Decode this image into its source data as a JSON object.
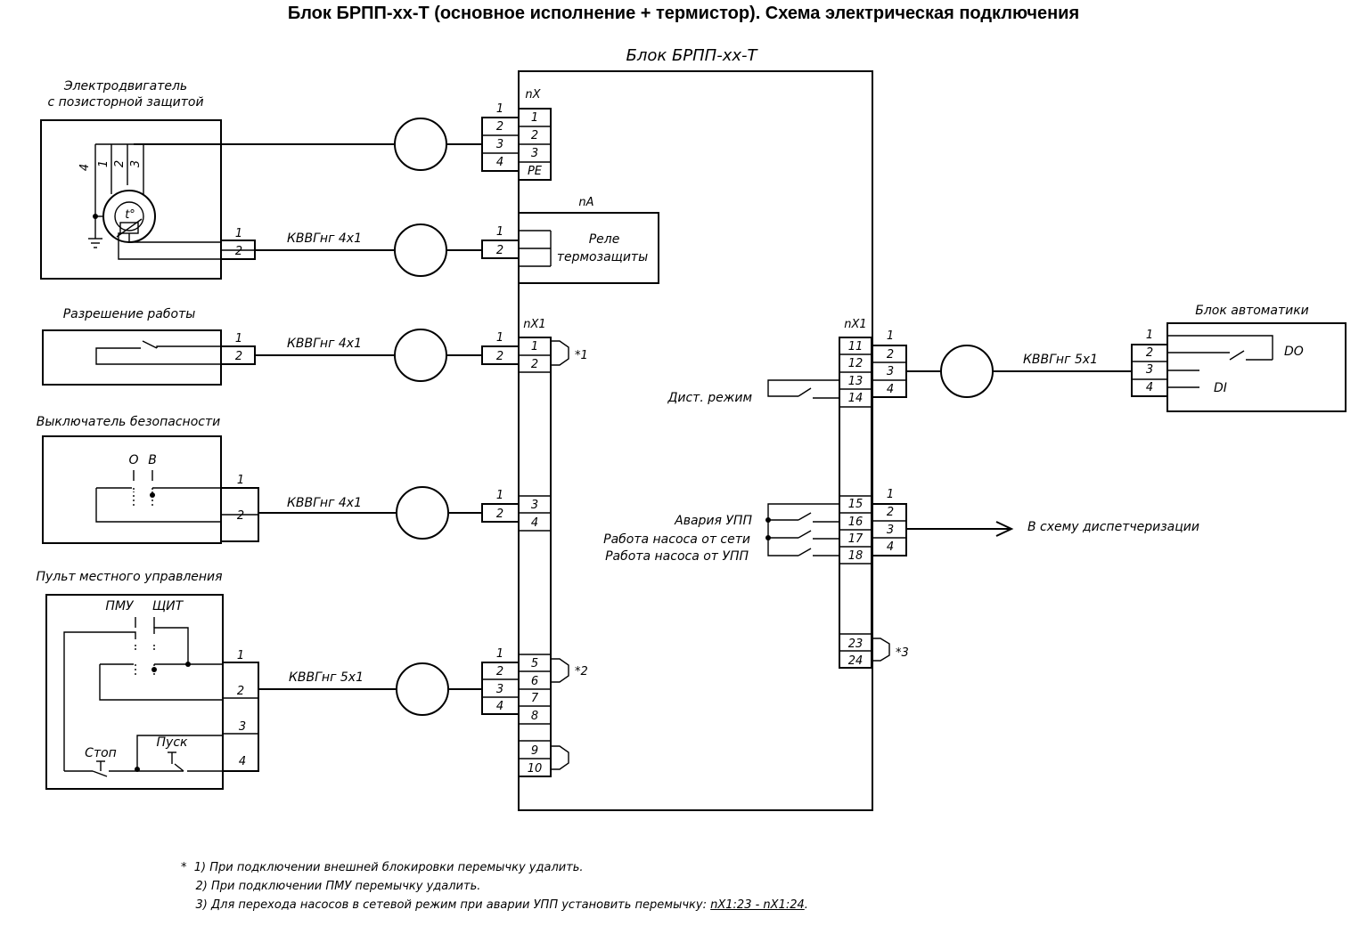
{
  "title": "Блок БРПП-хх-Т (основное исполнение + термистор). Схема электрическая подключения",
  "block": {
    "title": "Блок БРПП-хх-Т",
    "terminals": {
      "nX": {
        "title": "nX",
        "labels": [
          "1",
          "2",
          "3",
          "PE"
        ]
      },
      "nA": {
        "title": "nA",
        "relay_line1": "Реле",
        "relay_line2": "термозащиты"
      },
      "nX1_left": {
        "title": "nX1",
        "labels": [
          "1",
          "2",
          "3",
          "4",
          "5",
          "6",
          "7",
          "8",
          "9",
          "10"
        ]
      },
      "nX1_right": {
        "title": "nX1",
        "labels": [
          "11",
          "12",
          "13",
          "14",
          "15",
          "16",
          "17",
          "18",
          "23",
          "24"
        ]
      }
    }
  },
  "devices": {
    "motor": {
      "title1": "Электродвигатель",
      "title2": "с позисторной защитой",
      "wire_labels": [
        "4",
        "1",
        "2",
        "3"
      ],
      "thermistor": "t°",
      "pins": [
        "1",
        "2"
      ]
    },
    "enable": {
      "title": "Разрешение работы",
      "pins": [
        "1",
        "2"
      ]
    },
    "safety": {
      "title": "Выключатель безопасности",
      "pos_o": "O",
      "pos_v": "B",
      "pins": [
        "1",
        "2"
      ]
    },
    "local_panel": {
      "title": "Пульт местного управления",
      "pmu": "ПМУ",
      "shield": "ЩИТ",
      "stop": "Стоп",
      "start": "Пуск",
      "pins": [
        "1",
        "2",
        "3",
        "4"
      ]
    },
    "automation": {
      "title": "Блок автоматики",
      "do": "DO",
      "di": "DI",
      "pins": [
        "1",
        "2",
        "3",
        "4"
      ]
    }
  },
  "cables": {
    "c2": "КВВГнг 4х1",
    "c3": "КВВГнг 4х1",
    "c4": "КВВГнг 4х1",
    "c5": "КВВГнг 5х1",
    "c6": "КВВГнг 5х1"
  },
  "connectors": {
    "c1": [
      "1",
      "2",
      "3",
      "4"
    ],
    "c2": [
      "1",
      "2"
    ],
    "c3": [
      "1",
      "2"
    ],
    "c4": [
      "1",
      "2"
    ],
    "c5": [
      "1",
      "2",
      "3",
      "4"
    ],
    "r1": [
      "1",
      "2",
      "3",
      "4"
    ],
    "r2": [
      "1",
      "2",
      "3",
      "4"
    ]
  },
  "signals": {
    "remote_mode": "Дист. режим",
    "alarm": "Авария УПП",
    "pump_grid": "Работа насоса от сети",
    "pump_soft": "Работа насоса от УПП",
    "dispatch": "В схему диспетчеризации"
  },
  "jumpers": {
    "j1": "*1",
    "j2": "*2",
    "j3": "*3"
  },
  "notes": {
    "star": "*",
    "n1": "1) При подключении внешней блокировки перемычку удалить.",
    "n2": "2) При подключении ПМУ перемычку удалить.",
    "n3": "3) Для перехода насосов в сетевой режим при аварии УПП установить перемычку:",
    "n3_jumper": "nX1:23 - nX1:24",
    "n3_end": "."
  }
}
